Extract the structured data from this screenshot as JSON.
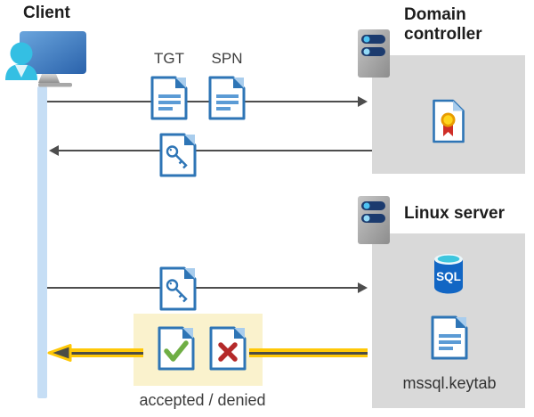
{
  "client": {
    "label": "Client"
  },
  "domain_controller": {
    "title": "Domain controller"
  },
  "linux_server": {
    "title": "Linux server",
    "sql_label": "SQL",
    "keytab_label": "mssql.keytab"
  },
  "messages": {
    "tgt": "TGT",
    "spn": "SPN",
    "result": "accepted / denied"
  },
  "colors": {
    "doc_blue": "#2e75b6",
    "doc_line_blue": "#5b9bd5",
    "line_gray": "#4d4d4d",
    "box_gray": "#d9d9d9",
    "lifeline_blue": "#c6def5",
    "highlight_yellow": "#ffc807",
    "highlight_box_yellow": "#faf2cd",
    "check_green": "#6fae44",
    "cross_red": "#b52a2a",
    "client_cyan": "#34bfe3",
    "sql_azure": "#1266c4"
  }
}
